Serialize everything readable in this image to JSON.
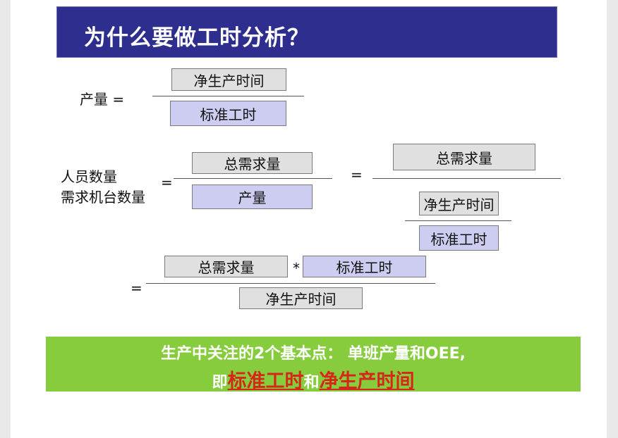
{
  "title": "为什么要做工时分析？",
  "formula1": {
    "label": "产量 =",
    "numerator": "净生产时间",
    "denominator": "标准工时"
  },
  "formula2": {
    "label_line1": "人员数量",
    "label_line2": "需求机台数量",
    "eq1": "=",
    "numerator": "总需求量",
    "denominator": "产量",
    "eq2": "=",
    "numerator2": "总需求量",
    "sub_numerator": "净生产时间",
    "sub_denominator": "标准工时"
  },
  "formula3": {
    "eq": "=",
    "factor1": "总需求量",
    "times": "*",
    "factor2": "标准工时",
    "denominator": "净生产时间"
  },
  "banner": {
    "line1": "生产中关注的2个基本点：  单班产量和OEE,",
    "line2_prefix": "即",
    "highlight1": "标准工时",
    "line2_mid": "和",
    "highlight2": "净生产时间"
  },
  "colors": {
    "title_bg": "#2e2e8f",
    "gray_box": "#e0e0e0",
    "lavender_box": "#cccdf0",
    "banner_bg": "#86cc3d",
    "highlight_text": "#d6261a"
  }
}
